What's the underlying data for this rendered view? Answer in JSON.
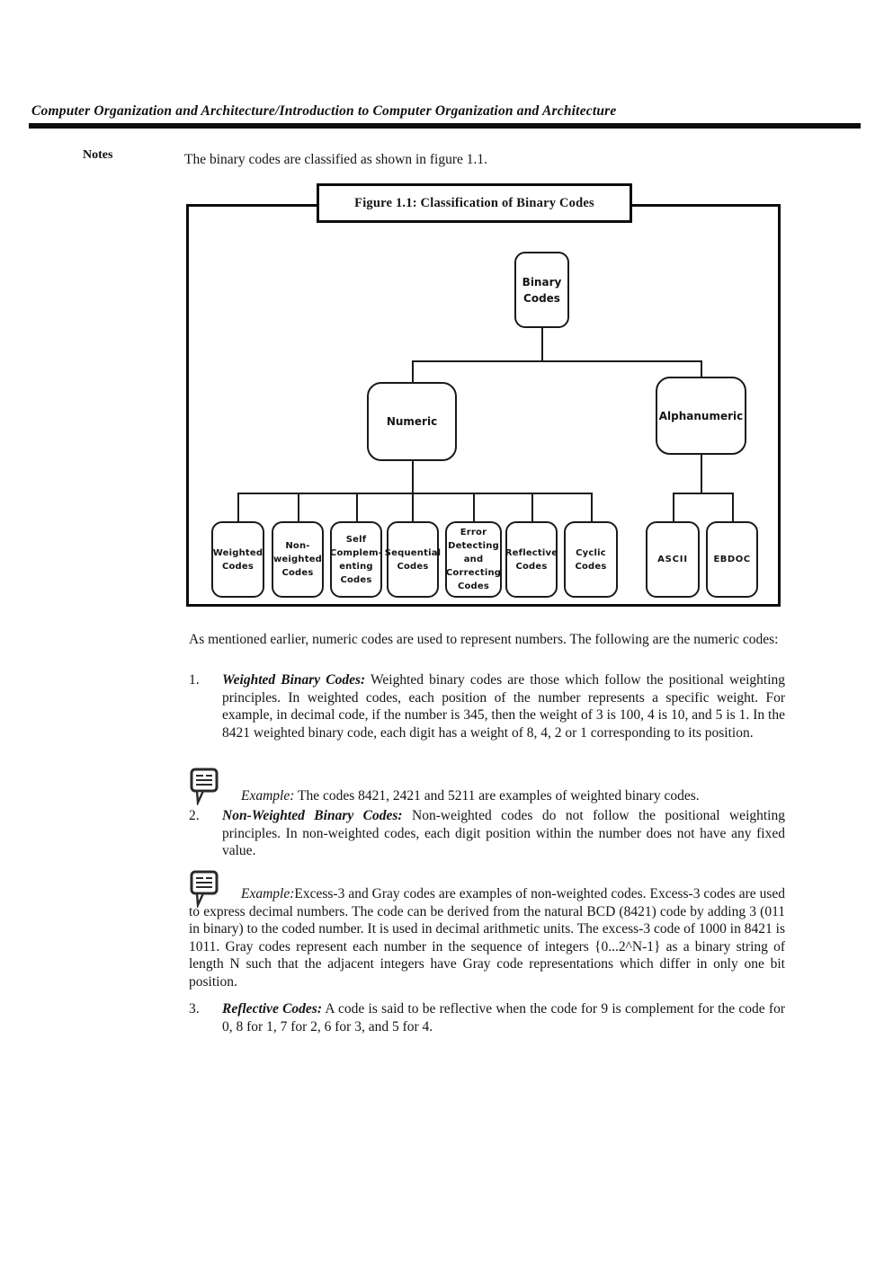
{
  "header": {
    "running_head": "Computer Organization and Architecture/Introduction to Computer Organization and Architecture",
    "notes_label": "Notes"
  },
  "intro_text": "The binary codes are classified as shown in figure 1.1.",
  "figure": {
    "title": "Figure 1.1: Classification of Binary Codes",
    "tree": {
      "root": "Binary Codes",
      "branches": [
        "Numeric",
        "Alphanumeric"
      ],
      "numeric_children": [
        "Weighted Codes",
        "Non-weighted Codes",
        "Self Complem-enting Codes",
        "Sequential Codes",
        "Error Detecting and Correcting Codes",
        "Reflective Codes",
        "Cyclic Codes"
      ],
      "alphanumeric_children": [
        "ASCII",
        "EBDOC"
      ]
    }
  },
  "paragraphs": {
    "numeric_intro": "As mentioned earlier, numeric codes are used to represent numbers. The following are the numeric codes:"
  },
  "list": {
    "items": [
      {
        "number": "1.",
        "label": "Weighted Binary Codes:",
        "text": " Weighted binary codes are those which follow the positional weighting principles. In weighted codes, each position of the number represents a specific weight. For example, in decimal code, if the number is 345, then the weight of 3 is 100, 4 is 10, and 5 is 1. In the 8421 weighted binary code, each digit has a weight of 8, 4, 2 or 1 corresponding to its position."
      },
      {
        "number": "2.",
        "label": "Non-Weighted Binary Codes:",
        "text": " Non-weighted codes do not follow the positional weighting principles. In non-weighted codes, each digit position within the number does not have any fixed value."
      },
      {
        "number": "3.",
        "label": "Reflective Codes:",
        "text": " A code is said to be reflective when the code for 9 is complement for the code for 0, 8 for 1, 7 for 2, 6 for 3, and 5 for 4."
      }
    ]
  },
  "examples": [
    {
      "label": "Example:",
      "text": " The codes 8421, 2421 and 5211 are examples of weighted binary codes."
    },
    {
      "label": "Example:",
      "text": "Excess-3 and Gray codes are examples of non-weighted codes.  Excess-3 codes are used to express decimal numbers. The code can be derived from the natural BCD (8421) code by adding 3 (011 in binary) to the coded number. It is used in decimal arithmetic units. The excess-3 code of 1000 in 8421 is 1011. Gray codes represent each number in the sequence of integers {0...2^N-1} as a binary string of length N such that the adjacent integers have Gray code representations which differ in only one bit position."
    }
  ]
}
